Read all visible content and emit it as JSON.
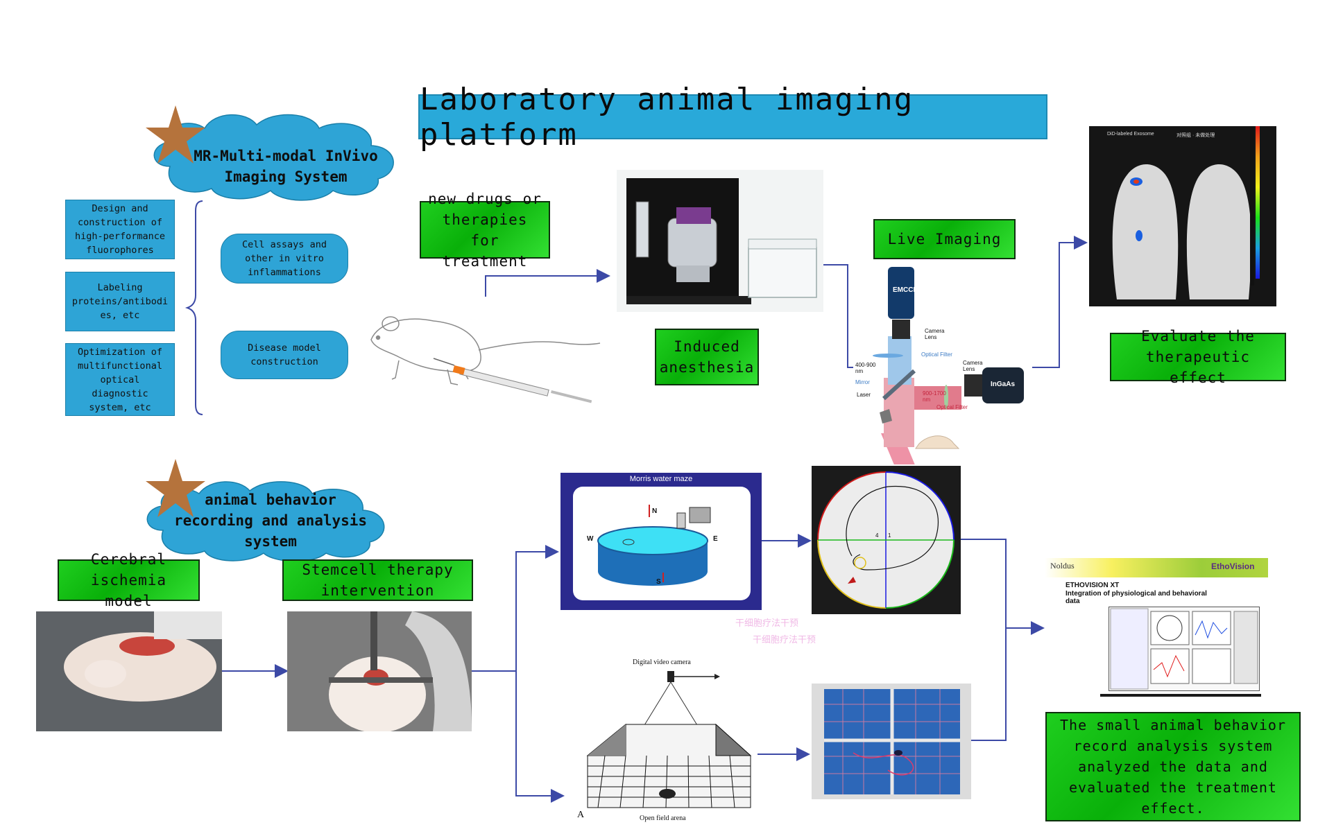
{
  "title": "Laboratory animal imaging platform",
  "top_cloud": "MR-Multi-modal InVivo\nImaging System",
  "bottom_cloud": "animal behavior\nrecording and analysis\nsystem",
  "left_boxes": [
    "Design and\nconstruction of\nhigh-performance\nfluorophores",
    "Labeling\nproteins/antibodi\nes, etc",
    "Optimization of\nmultifunctional\noptical\ndiagnostic\nsystem, etc"
  ],
  "pills": [
    "Cell assays and\nother in vitro\ninflammations",
    "Disease model\nconstruction"
  ],
  "green": {
    "new_drugs": "new drugs or\ntherapies for\ntreatment",
    "anesthesia": "Induced\nanesthesia",
    "live_imaging": "Live Imaging",
    "evaluate": "Evaluate the\ntherapeutic effect",
    "cerebral": "Cerebral\nischemia model",
    "stemcell": "Stemcell therapy\nintervention",
    "conclusion": "The small animal behavior\nrecord analysis system\nanalyzed the data and\nevaluated the treatment\neffect."
  },
  "imaging_schematic": {
    "emccd": "EMCCD",
    "camera_lens_1": "Camera\nLens",
    "optical_filter_1": "Optical Filter",
    "camera_lens_2": "Camera\nLens",
    "ingaas": "InGaAs",
    "range_1": "400-900\nnm",
    "mirror": "Mirror",
    "range_2": "900-1700\nnm",
    "optical_filter_2": "Optical Filter",
    "laser": "Laser"
  },
  "ivis_labels": [
    "DiD-labeled Exosome",
    "对照组 · 未做处理"
  ],
  "maze": {
    "title": "Morris water maze",
    "n": "N",
    "w": "W",
    "e": "E",
    "s": "S"
  },
  "track_labels": [
    "4",
    "1"
  ],
  "watermark": [
    "干细胞疗法干预",
    "干细胞疗法干预"
  ],
  "open_field": {
    "camera": "Digital video camera",
    "arena": "Open field arena",
    "letter": "A"
  },
  "ethovision": {
    "brand": "Noldus",
    "product": "EthoVision",
    "heading": "ETHOVISION XT",
    "subheading": "Integration of physiological and behavioral\ndata"
  },
  "colors": {
    "title_blue": "#29a9d9",
    "box_blue": "#2ea4d6",
    "green": "#0cc40c",
    "arrow": "#3c49a6",
    "star": "#b5733c"
  }
}
